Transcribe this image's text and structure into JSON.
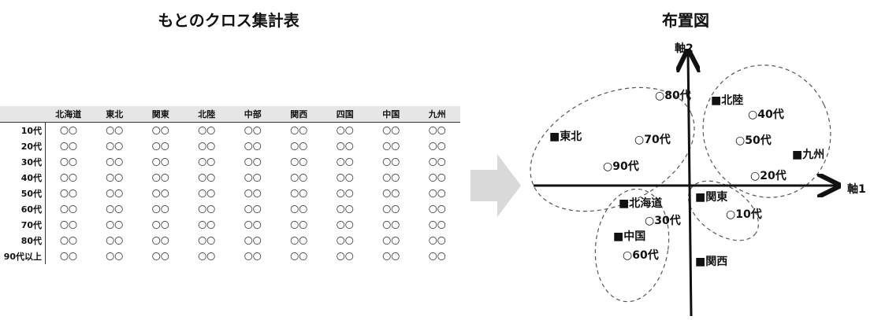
{
  "left_title": "もとのクロス集計表",
  "right_title": "布置図",
  "table": {
    "columns": [
      "北海道",
      "東北",
      "関東",
      "北陸",
      "中部",
      "関西",
      "四国",
      "中国",
      "九州"
    ],
    "rows": [
      {
        "label": "10代",
        "cells": [
          "〇〇",
          "〇〇",
          "〇〇",
          "〇〇",
          "〇〇",
          "〇〇",
          "〇〇",
          "〇〇",
          "〇〇"
        ]
      },
      {
        "label": "20代",
        "cells": [
          "〇〇",
          "〇〇",
          "〇〇",
          "〇〇",
          "〇〇",
          "〇〇",
          "〇〇",
          "〇〇",
          "〇〇"
        ]
      },
      {
        "label": "30代",
        "cells": [
          "〇〇",
          "〇〇",
          "〇〇",
          "〇〇",
          "〇〇",
          "〇〇",
          "〇〇",
          "〇〇",
          "〇〇"
        ]
      },
      {
        "label": "40代",
        "cells": [
          "〇〇",
          "〇〇",
          "〇〇",
          "〇〇",
          "〇〇",
          "〇〇",
          "〇〇",
          "〇〇",
          "〇〇"
        ]
      },
      {
        "label": "50代",
        "cells": [
          "〇〇",
          "〇〇",
          "〇〇",
          "〇〇",
          "〇〇",
          "〇〇",
          "〇〇",
          "〇〇",
          "〇〇"
        ]
      },
      {
        "label": "60代",
        "cells": [
          "〇〇",
          "〇〇",
          "〇〇",
          "〇〇",
          "〇〇",
          "〇〇",
          "〇〇",
          "〇〇",
          "〇〇"
        ]
      },
      {
        "label": "70代",
        "cells": [
          "〇〇",
          "〇〇",
          "〇〇",
          "〇〇",
          "〇〇",
          "〇〇",
          "〇〇",
          "〇〇",
          "〇〇"
        ]
      },
      {
        "label": "80代",
        "cells": [
          "〇〇",
          "〇〇",
          "〇〇",
          "〇〇",
          "〇〇",
          "〇〇",
          "〇〇",
          "〇〇",
          "〇〇"
        ]
      },
      {
        "label": "90代以上",
        "cells": [
          "〇〇",
          "〇〇",
          "〇〇",
          "〇〇",
          "〇〇",
          "〇〇",
          "〇〇",
          "〇〇",
          "〇〇"
        ]
      }
    ]
  },
  "plot": {
    "axis_x_label": "軸1",
    "axis_y_label": "軸2",
    "region_labels": {
      "tohoku": "■東北",
      "hokuriku": "■北陸",
      "kyushu": "■九州",
      "kanto": "■関東",
      "hokkaido": "■北海道",
      "chugoku": "■中国",
      "kansai": "■関西"
    },
    "age_labels": {
      "a80": "○80代",
      "a40": "○40代",
      "a70": "○70代",
      "a50": "○50代",
      "a90": "○90代",
      "a20": "○20代",
      "a30": "○30代",
      "a10": "○10代",
      "a60": "○60代"
    }
  },
  "colors": {
    "arrow": "#d9d9d9",
    "axis": "#111111",
    "cluster": "#555555",
    "header_bg": "#e6e6e6"
  }
}
